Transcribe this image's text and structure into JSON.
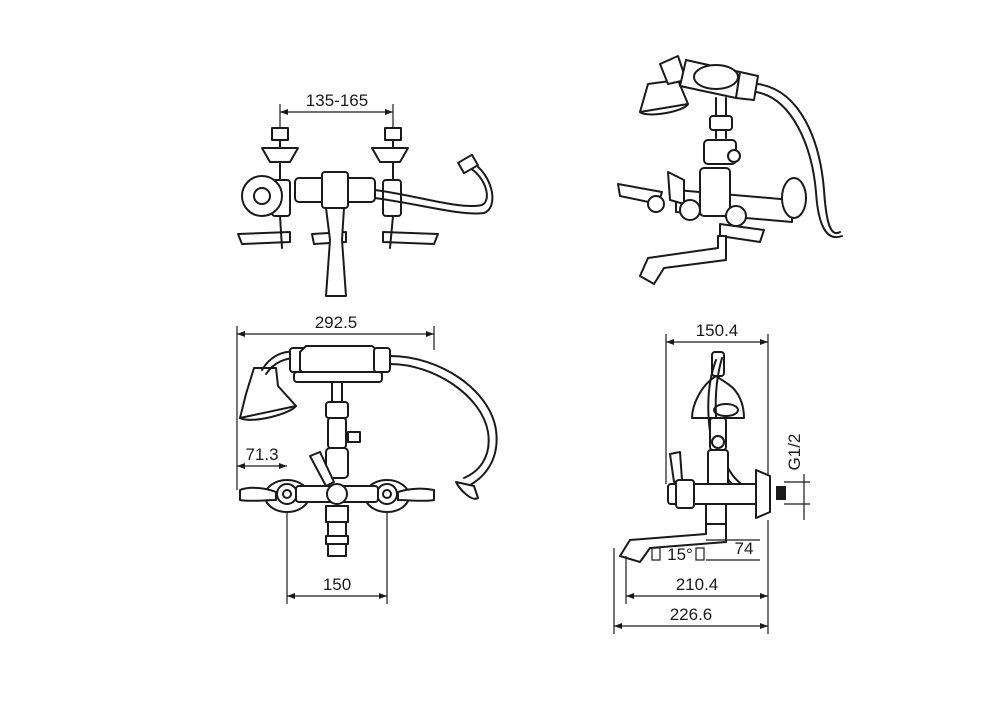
{
  "dimensions": {
    "top_spacing": "135-165",
    "front_width": "292.5",
    "front_offset": "71.3",
    "front_spacing": "150",
    "side_depth": "150.4",
    "thread": "G1/2",
    "spout_angle": "15°",
    "spout_drop": "74",
    "spout_reach": "210.4",
    "overall_reach": "226.6"
  }
}
